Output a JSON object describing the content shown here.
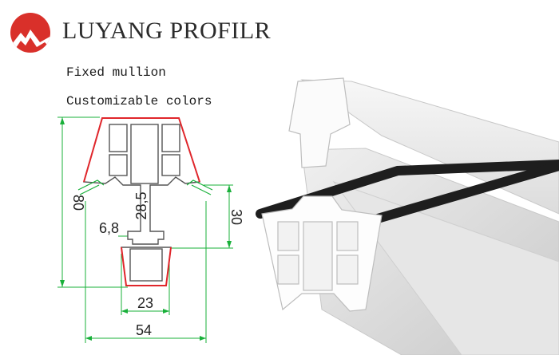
{
  "brand": {
    "name": "LUYANG PROFILR",
    "logo_icon": "red-mountain-circle-logo",
    "logo_color": "#d9302a"
  },
  "features": [
    "Fixed mullion",
    "Customizable colors"
  ],
  "dimensions": {
    "total_height": "80",
    "core_height": "28,5",
    "side_height": "30",
    "slot_width": "6,8",
    "bottom_width": "23",
    "total_width": "54"
  },
  "colors": {
    "dimension_line": "#19b03a",
    "profile_outline": "#555555",
    "outer_edge": "#e0262b",
    "gasket": "#222222"
  }
}
